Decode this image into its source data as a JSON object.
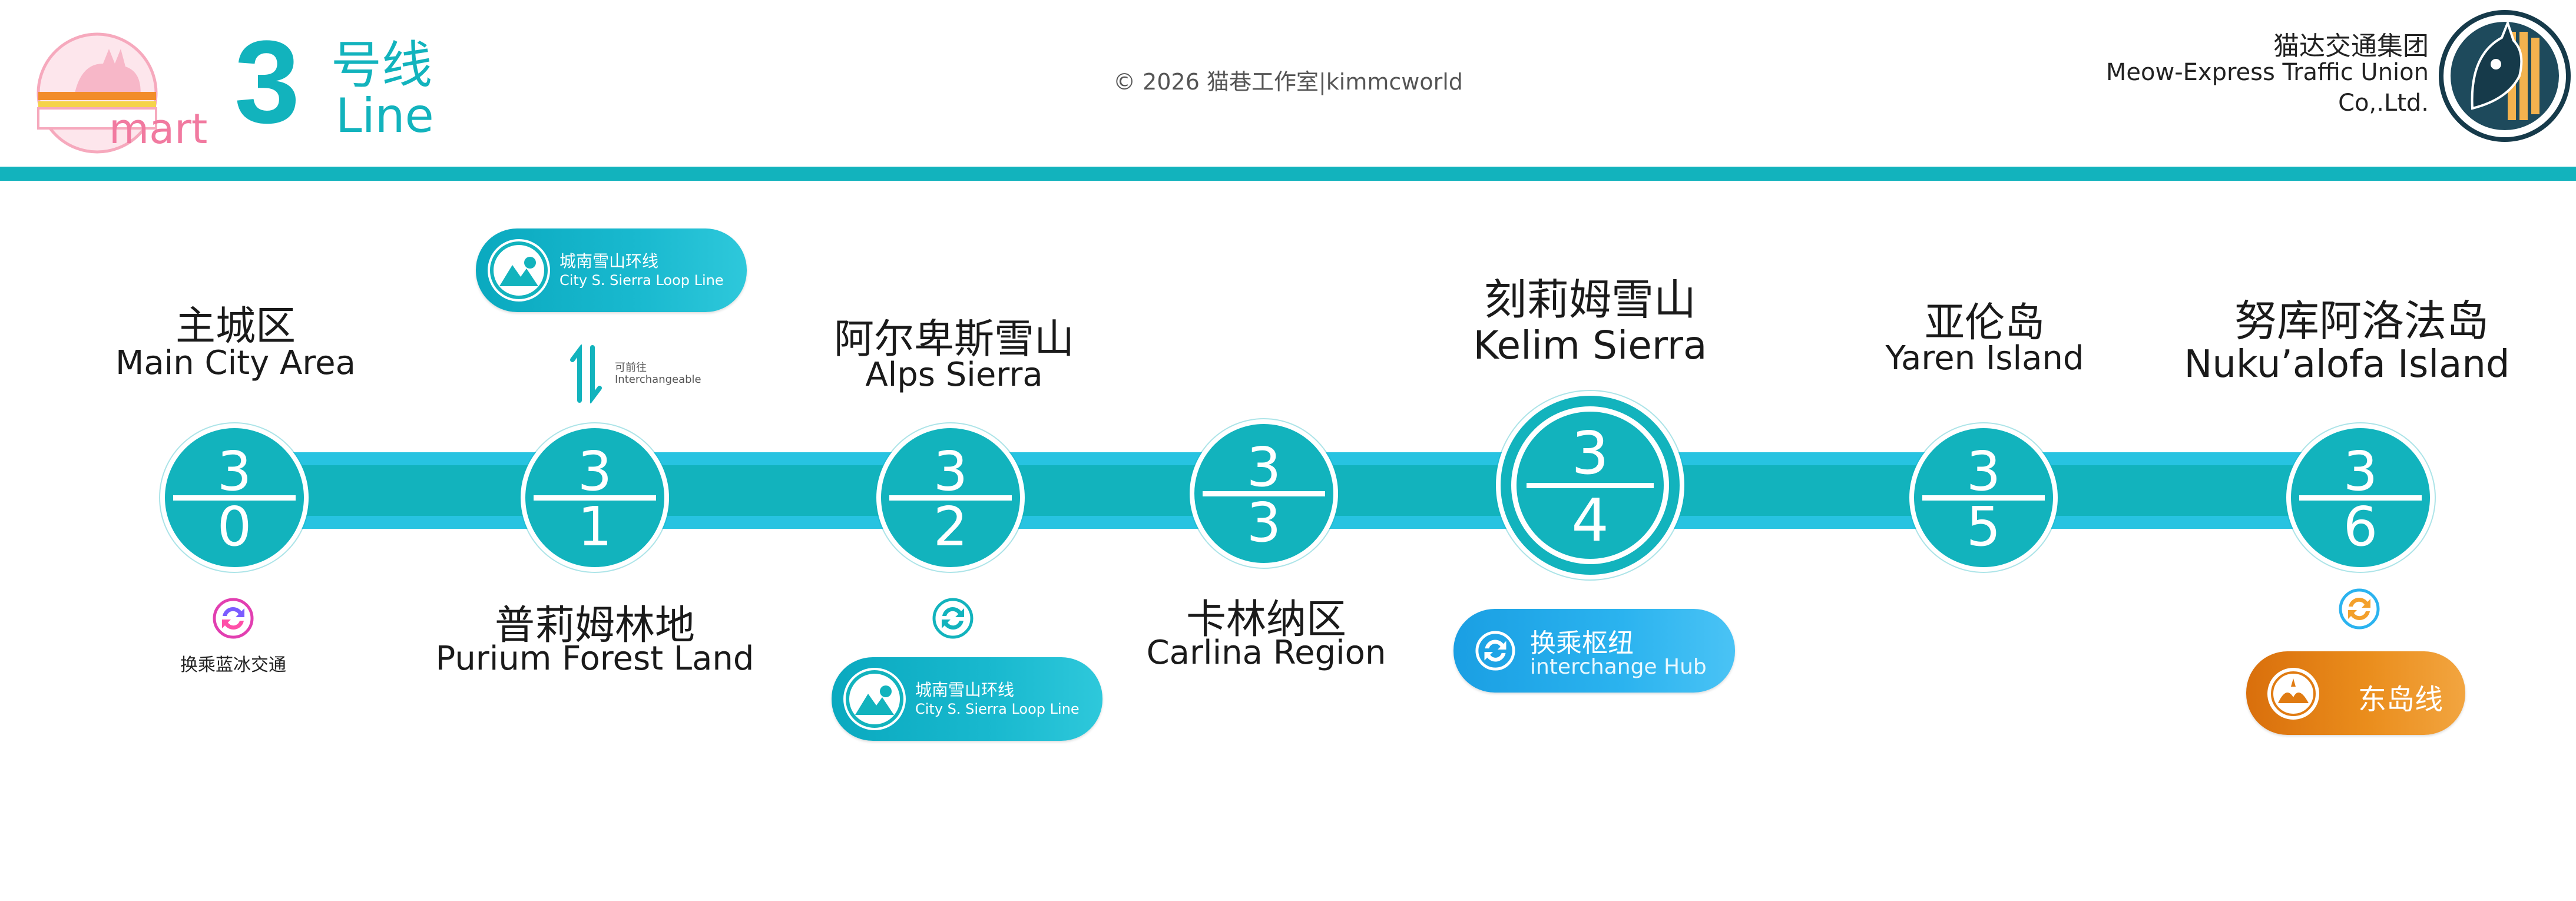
{
  "header": {
    "line_number": "3",
    "line_cn": "号线",
    "line_en": "Line",
    "brand_mark": "mart",
    "copyright": "© 2026  猫巷工作室|kimmcworld",
    "company_cn": "猫达交通集团",
    "company_en_line1": "Meow-Express Traffic Union",
    "company_en_line2": "Co,.Ltd.",
    "accent_color": "#12b3bd"
  },
  "stations": [
    {
      "top": "3",
      "bottom": "0",
      "name_cn": "主城区",
      "name_en": "Main City Area"
    },
    {
      "top": "3",
      "bottom": "1",
      "name_cn": "普莉姆林地",
      "name_en": "Purium Forest Land"
    },
    {
      "top": "3",
      "bottom": "2",
      "name_cn": "阿尔卑斯雪山",
      "name_en": "Alps Sierra"
    },
    {
      "top": "3",
      "bottom": "3",
      "name_cn": "卡林纳区",
      "name_en": "Carlina Region"
    },
    {
      "top": "3",
      "bottom": "4",
      "name_cn": "刻莉姆雪山",
      "name_en": "Kelim Sierra"
    },
    {
      "top": "3",
      "bottom": "5",
      "name_cn": "亚伦岛",
      "name_en": "Yaren Island"
    },
    {
      "top": "3",
      "bottom": "6",
      "name_cn": "努库阿洛法岛",
      "name_en": "Nuku’alofa Island"
    }
  ],
  "transfers": {
    "loop_line_cn": "城南雪山环线",
    "loop_line_en": "City S. Sierra Loop Line",
    "interchangeable_cn": "可前往",
    "interchangeable_en": "Interchangeable",
    "ice_transit": "换乘蓝冰交通",
    "hub_cn": "换乘枢纽",
    "hub_en": "interchange Hub",
    "east_island_line": "东岛线",
    "hub_color": "#2bb3ef",
    "east_line_color": "#ea8d1c"
  }
}
